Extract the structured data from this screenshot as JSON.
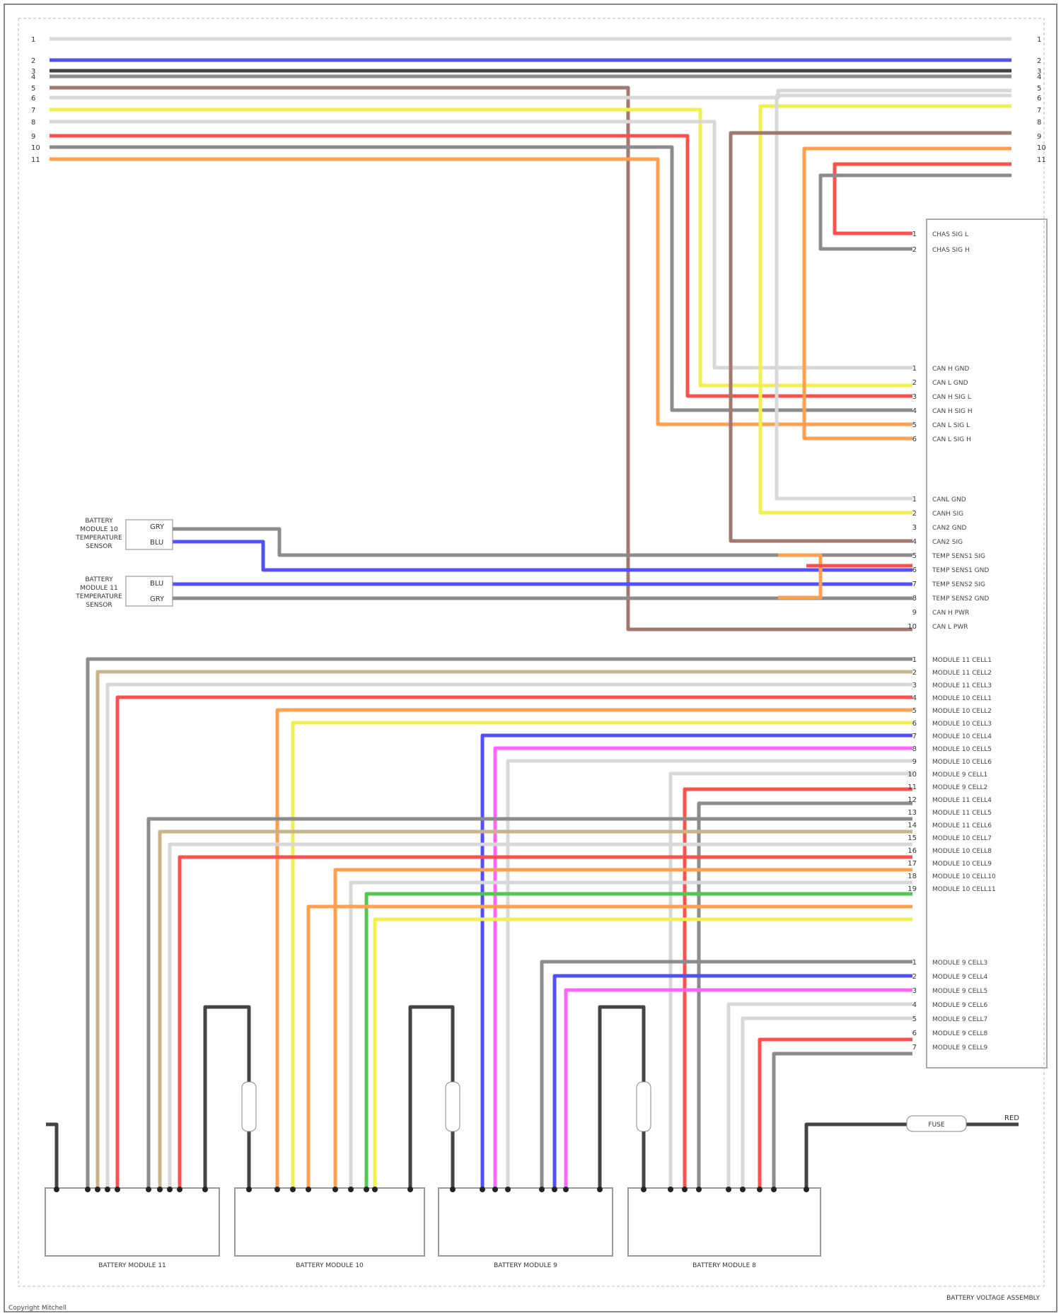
{
  "colors": {
    "grey": "#8c8c8c",
    "blue": "#5050ff",
    "black": "#444444",
    "brown": "#a0786e",
    "yellow": "#f0f050",
    "white": "#d8d8d8",
    "red": "#ff5050",
    "orange": "#ffa050",
    "pink": "#ff64ff",
    "green": "#50c850",
    "tan": "#c8b48c"
  },
  "sensor_top": {
    "lines": [
      "BATTERY",
      "MODULE 10",
      "TEMPERATURE",
      "SENSOR"
    ],
    "pins": [
      "GRY",
      "BLU"
    ]
  },
  "sensor_bottom": {
    "lines": [
      "BATTERY",
      "MODULE 11",
      "TEMPERATURE",
      "SENSOR"
    ],
    "pins": [
      "BLU",
      "GRY"
    ]
  },
  "ecu_signals_1": [
    "CHAS SIG L",
    "CHAS SIG H"
  ],
  "ecu_signals_2": [
    "CAN H GND",
    "CAN L GND",
    "CAN H SIG L",
    "CAN H SIG H",
    "CAN L SIG L",
    "CAN L SIG H"
  ],
  "ecu_signals_3": [
    "CANL GND",
    "CANH SIG",
    "CAN2 GND",
    "CAN2 SIG",
    "TEMP SENS1 SIG",
    "TEMP SENS1 GND",
    "TEMP SENS2 SIG",
    "TEMP SENS2 GND",
    "CAN H PWR",
    "CAN L PWR"
  ],
  "ecu_signals_4": [
    "MODULE 11 CELL1",
    "MODULE 11 CELL2",
    "MODULE 11 CELL3",
    "MODULE 10 CELL1",
    "MODULE 10 CELL2",
    "MODULE 10 CELL3",
    "MODULE 10 CELL4",
    "MODULE 10 CELL5",
    "MODULE 10 CELL6",
    "MODULE 9 CELL1",
    "MODULE 9 CELL2",
    "MODULE 11 CELL4",
    "MODULE 11 CELL5",
    "MODULE 11 CELL6",
    "MODULE 10 CELL7",
    "MODULE 10 CELL8",
    "MODULE 10 CELL9",
    "MODULE 10 CELL10",
    "MODULE 10 CELL11"
  ],
  "ecu_signals_5": [
    "MODULE 9 CELL3",
    "MODULE 9 CELL4",
    "MODULE 9 CELL5",
    "MODULE 9 CELL6",
    "MODULE 9 CELL7",
    "MODULE 9 CELL8",
    "MODULE 9 CELL9"
  ],
  "fuse_label": "FUSE",
  "bottom_right_label": "RED",
  "module_labels": [
    "BATTERY MODULE 11",
    "BATTERY MODULE 10",
    "BATTERY MODULE 9",
    "BATTERY MODULE 8"
  ],
  "caption": "BATTERY VOLTAGE ASSEMBLY",
  "watermark": "Copyright Mitchell"
}
